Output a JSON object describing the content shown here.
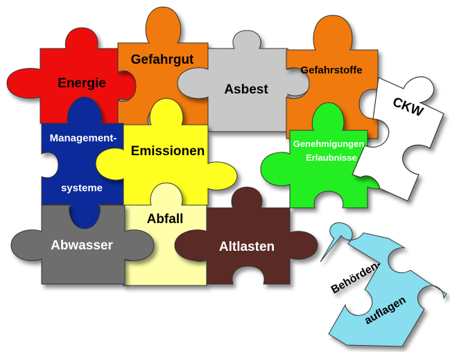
{
  "pieces": {
    "energie": {
      "label": "Energie",
      "color": "#ee1111"
    },
    "gefahrgut": {
      "label": "Gefahrgut",
      "color": "#f07a10"
    },
    "asbest": {
      "label": "Asbest",
      "color": "#c8c8c8"
    },
    "gefahrstoffe": {
      "label": "Gefahrstoffe",
      "color": "#f07a10"
    },
    "ckw": {
      "label": "CKW",
      "color": "#ffffff"
    },
    "management": {
      "line1": "Management-",
      "line2": "systeme",
      "color": "#0a2a9a"
    },
    "emissionen": {
      "label": "Emissionen",
      "color": "#ffff22"
    },
    "genehmigung": {
      "line1": "Genehmigungen",
      "line2": "Erlaubnisse",
      "color": "#22ee22"
    },
    "abfall": {
      "label": "Abfall",
      "color": "#ffffaa"
    },
    "abwasser": {
      "label": "Abwasser",
      "color": "#6e6e6e"
    },
    "altlasten": {
      "label": "Altlasten",
      "color": "#5a2a28"
    },
    "behoerden": {
      "line1": "Behörden-",
      "line2": "auflagen",
      "color": "#88ddee"
    }
  }
}
